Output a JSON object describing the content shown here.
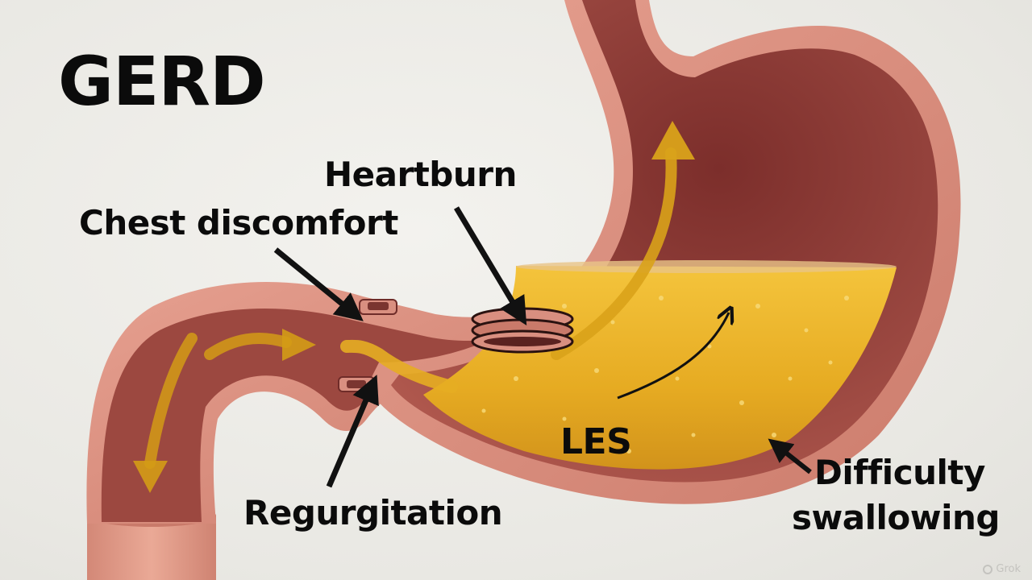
{
  "title": "GERD",
  "labels": {
    "heartburn": "Heartburn",
    "chest_discomfort": "Chest discomfort",
    "regurgitation": "Regurgitation",
    "les": "LES",
    "difficulty": "Difficulty",
    "swallowing": "swallowing"
  },
  "watermark": "Grok",
  "colors": {
    "background": "#eeede9",
    "tissue_outer": "#d98f80",
    "tissue_inner": "#8a3a33",
    "acid": "#e9b62a",
    "arrow_flow": "#d9a21a",
    "label_text": "#0b0b0b"
  }
}
